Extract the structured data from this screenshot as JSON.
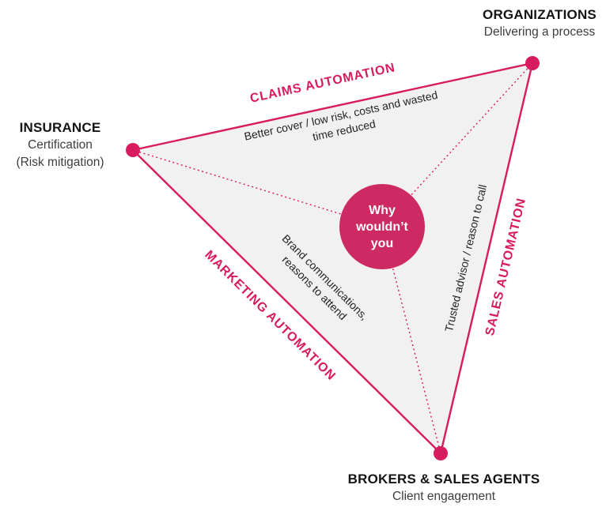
{
  "colors": {
    "accent_pink": "#d81b5e",
    "center_circle_fill": "#cd2a64",
    "triangle_fill": "#f1f1f1",
    "title_text": "#141414",
    "subtitle_text": "#3d3d3d"
  },
  "nodes": {
    "organizations": {
      "title": "ORGANIZATIONS",
      "subtitle": "Delivering a process"
    },
    "insurance": {
      "title": "INSURANCE",
      "lines": [
        "Certification",
        "(Risk mitigation)"
      ]
    },
    "brokers": {
      "title": "BROKERS & SALES AGENTS",
      "subtitle": "Client engagement"
    }
  },
  "edges": {
    "claims": {
      "label": "CLAIMS AUTOMATION",
      "annotation_lines": [
        "Better cover / low risk, costs and wasted",
        "time reduced"
      ]
    },
    "marketing": {
      "label": "MARKETING AUTOMATION",
      "annotation_lines": [
        "Brand communications,",
        "reasons to attend"
      ]
    },
    "sales": {
      "label": "SALES AUTOMATION",
      "annotation": "Trusted advisor / reason to call"
    }
  },
  "center": {
    "lines": [
      "Why",
      "wouldn’t",
      "you"
    ]
  }
}
